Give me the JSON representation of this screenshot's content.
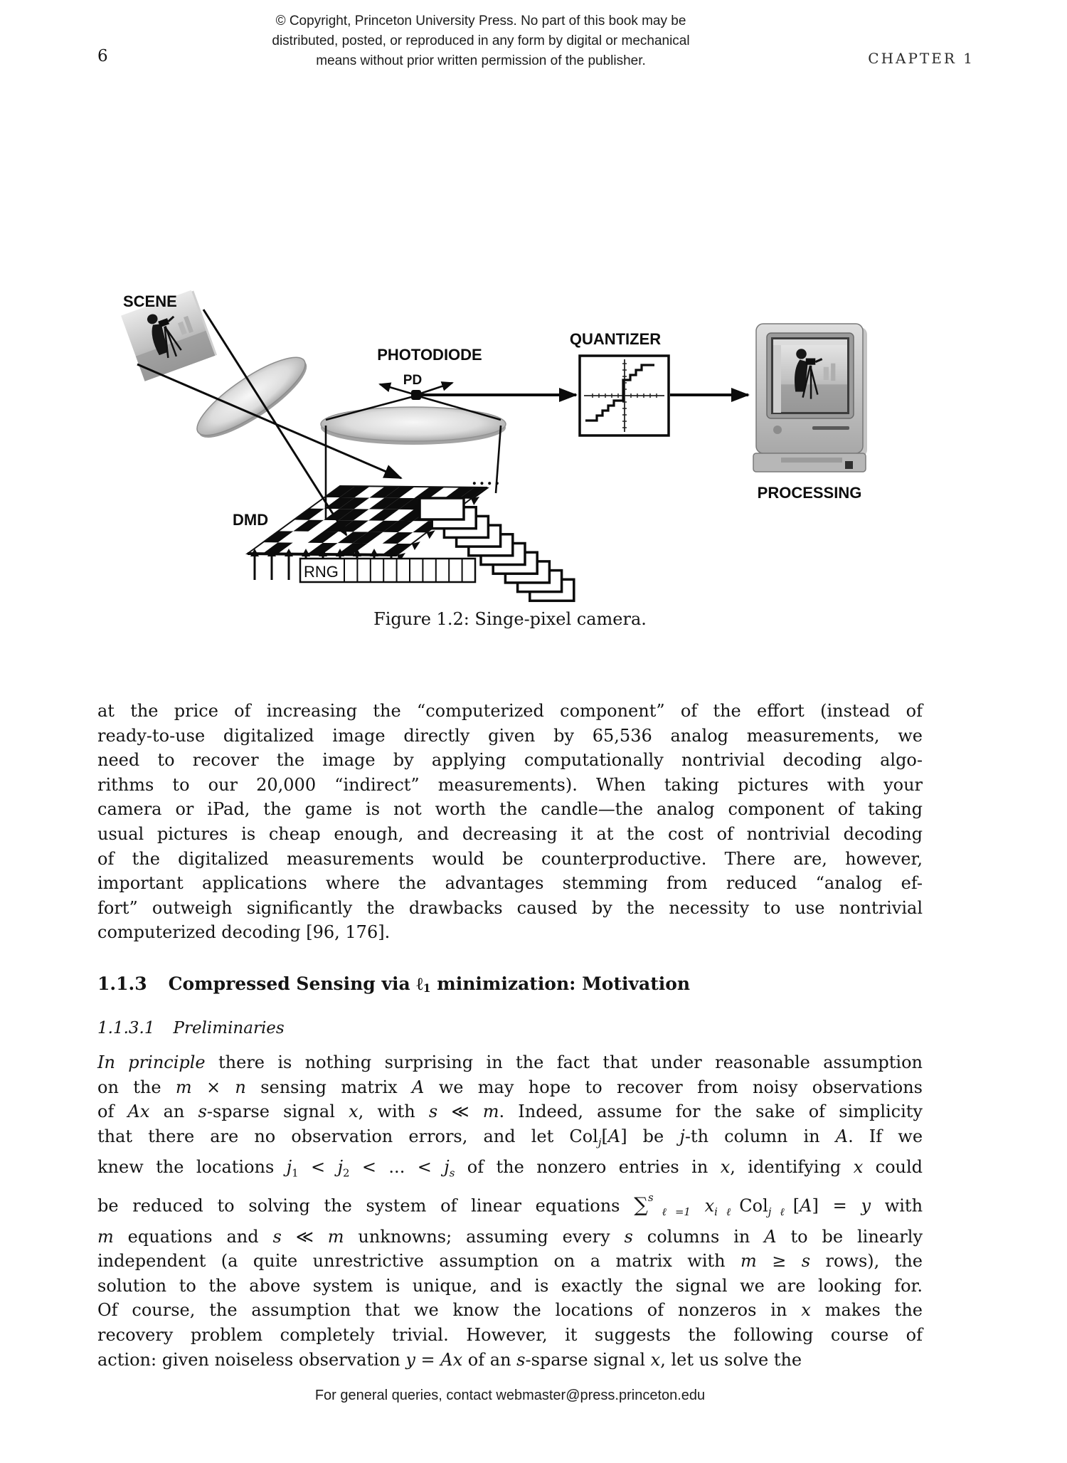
{
  "page": {
    "number": "6",
    "chapter": "CHAPTER 1"
  },
  "copyright": {
    "lines": [
      "© Copyright, Princeton University Press. No part of this book may be",
      "distributed, posted, or reproduced in any form by digital or mechanical",
      "means without prior written permission of the publisher."
    ]
  },
  "figure": {
    "labels": {
      "scene": "SCENE",
      "photodiode": "PHOTODIODE",
      "pd": "PD",
      "quantizer": "QUANTIZER",
      "processing": "PROCESSING",
      "dmd": "DMD",
      "rng": "RNG",
      "dots": "...."
    },
    "caption": "Figure 1.2: Singe-pixel camera."
  },
  "section": {
    "number": "1.1.3",
    "title_segs": [
      {
        "t": "Compressed Sensing via "
      },
      {
        "t": "ℓ"
      },
      {
        "t": "1",
        "s": "subr"
      },
      {
        "t": " minimization: Motivation"
      }
    ],
    "subnumber": "1.1.3.1",
    "subtitle": "Preliminaries"
  },
  "para1": {
    "lines": [
      "at the price of increasing the “computerized component” of the effort (instead of",
      "ready-to-use digitalized image directly given by 65,536 analog measurements, we",
      "need to recover the image by applying computationally nontrivial decoding algo-",
      "rithms to our 20,000 “indirect” measurements). When taking pictures with your",
      "camera or iPad, the game is not worth the candle—the analog component of taking",
      "usual pictures is cheap enough, and decreasing it at the cost of nontrivial decoding",
      "of the digitalized measurements would be counterproductive. There are, however,",
      "important applications where the advantages stemming from reduced “analog ef-",
      "fort” outweigh significantly the drawbacks caused by the necessity to use nontrivial",
      "computerized decoding [96, 176]."
    ]
  },
  "para2": {
    "lines": [
      [
        {
          "t": "In principle",
          "s": "it"
        },
        {
          "t": " there is nothing surprising in the fact that under reasonable assumption"
        }
      ],
      [
        {
          "t": "on the "
        },
        {
          "t": "m",
          "s": "it"
        },
        {
          "t": " × "
        },
        {
          "t": "n",
          "s": "it"
        },
        {
          "t": " sensing matrix "
        },
        {
          "t": "A",
          "s": "it"
        },
        {
          "t": " we may hope to recover from noisy observations"
        }
      ],
      [
        {
          "t": "of "
        },
        {
          "t": "Ax",
          "s": "it"
        },
        {
          "t": " an "
        },
        {
          "t": "s",
          "s": "it"
        },
        {
          "t": "-sparse signal "
        },
        {
          "t": "x",
          "s": "it"
        },
        {
          "t": ", with "
        },
        {
          "t": "s",
          "s": "it"
        },
        {
          "t": " ≪ "
        },
        {
          "t": "m",
          "s": "it"
        },
        {
          "t": ". Indeed, assume for the sake of simplicity"
        }
      ],
      [
        {
          "t": "that there are no observation errors, and let Col"
        },
        {
          "t": "j",
          "s": "sub"
        },
        {
          "t": "["
        },
        {
          "t": "A",
          "s": "it"
        },
        {
          "t": "] be "
        },
        {
          "t": "j",
          "s": "it"
        },
        {
          "t": "-th column in "
        },
        {
          "t": "A",
          "s": "it"
        },
        {
          "t": ". If we"
        }
      ],
      [
        {
          "t": "knew the locations "
        },
        {
          "t": "j",
          "s": "it"
        },
        {
          "t": "1",
          "s": "subr"
        },
        {
          "t": " < "
        },
        {
          "t": "j",
          "s": "it"
        },
        {
          "t": "2",
          "s": "subr"
        },
        {
          "t": " < ... < "
        },
        {
          "t": "j",
          "s": "it"
        },
        {
          "t": "s",
          "s": "sub"
        },
        {
          "t": " of the nonzero entries in "
        },
        {
          "t": "x",
          "s": "it"
        },
        {
          "t": ", identifying "
        },
        {
          "t": "x",
          "s": "it"
        },
        {
          "t": " could"
        }
      ],
      [
        {
          "t": "be reduced to solving the system of linear equations "
        },
        {
          "t": "∑",
          "s": "sum"
        },
        {
          "t": "s",
          "s": "sup"
        },
        {
          "t": "ℓ=1",
          "s": "sub"
        },
        {
          "t": " "
        },
        {
          "t": "x",
          "s": "it"
        },
        {
          "t": "iℓ",
          "s": "sub"
        },
        {
          "t": "Col"
        },
        {
          "t": "jℓ",
          "s": "sub"
        },
        {
          "t": "["
        },
        {
          "t": "A",
          "s": "it"
        },
        {
          "t": "] = "
        },
        {
          "t": "y",
          "s": "it"
        },
        {
          "t": " with"
        }
      ],
      [
        {
          "t": "m",
          "s": "it"
        },
        {
          "t": " equations and "
        },
        {
          "t": "s",
          "s": "it"
        },
        {
          "t": " ≪ "
        },
        {
          "t": "m",
          "s": "it"
        },
        {
          "t": " unknowns; assuming every "
        },
        {
          "t": "s",
          "s": "it"
        },
        {
          "t": " columns in "
        },
        {
          "t": "A",
          "s": "it"
        },
        {
          "t": " to be linearly"
        }
      ],
      [
        {
          "t": "independent (a quite unrestrictive assumption on a matrix with "
        },
        {
          "t": "m",
          "s": "it"
        },
        {
          "t": " ≥ "
        },
        {
          "t": "s",
          "s": "it"
        },
        {
          "t": " rows), the"
        }
      ],
      [
        {
          "t": "solution to the above system is unique, and is exactly the signal we are looking for."
        }
      ],
      [
        {
          "t": "Of course, the assumption that we know the locations of nonzeros in "
        },
        {
          "t": "x",
          "s": "it"
        },
        {
          "t": " makes the"
        }
      ],
      [
        {
          "t": "recovery problem completely trivial. However, it suggests the following course of"
        }
      ],
      [
        {
          "t": "action: given noiseless observation "
        },
        {
          "t": "y",
          "s": "it"
        },
        {
          "t": " = "
        },
        {
          "t": "Ax",
          "s": "it"
        },
        {
          "t": " of an "
        },
        {
          "t": "s",
          "s": "it"
        },
        {
          "t": "-sparse signal "
        },
        {
          "t": "x",
          "s": "it"
        },
        {
          "t": ", let us solve the"
        }
      ]
    ]
  },
  "footer": {
    "text": "For general queries, contact webmaster@press.princeton.edu"
  }
}
